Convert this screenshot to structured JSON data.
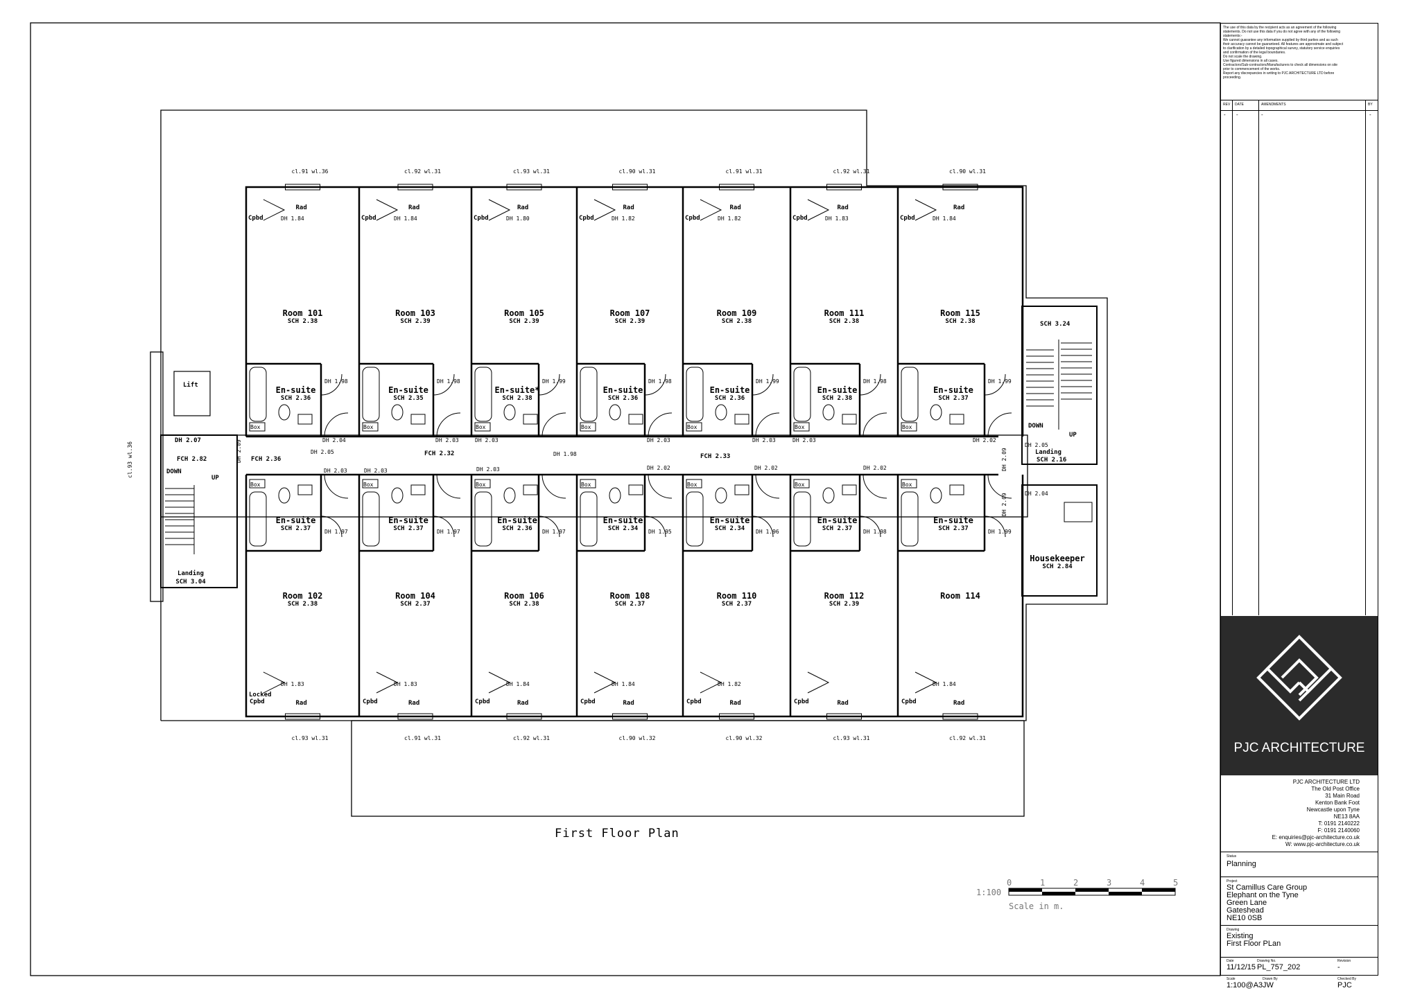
{
  "plan": {
    "title": "First Floor Plan",
    "lift_label": "Lift",
    "rooms_top": [
      {
        "name": "Room 101",
        "sch": "SCH 2.38",
        "ensuite": "En-suite",
        "ensuite_sch": "SCH 2.36",
        "dh_room": "DH 1.84",
        "dh_ens": "DH 1.98"
      },
      {
        "name": "Room 103",
        "sch": "SCH 2.39",
        "ensuite": "En-suite",
        "ensuite_sch": "SCH 2.35",
        "dh_room": "DH 1.84",
        "dh_ens": "DH 1.98"
      },
      {
        "name": "Room 105",
        "sch": "SCH 2.39",
        "ensuite": "En-suite*",
        "ensuite_sch": "SCH 2.38",
        "dh_room": "DH 1.80",
        "dh_ens": "DH 1.99"
      },
      {
        "name": "Room 107",
        "sch": "SCH 2.39",
        "ensuite": "En-suite",
        "ensuite_sch": "SCH 2.36",
        "dh_room": "DH 1.82",
        "dh_ens": "DH 1.98"
      },
      {
        "name": "Room 109",
        "sch": "SCH 2.38",
        "ensuite": "En-suite",
        "ensuite_sch": "SCH 2.36",
        "dh_room": "DH 1.82",
        "dh_ens": "DH 1.99"
      },
      {
        "name": "Room 111",
        "sch": "SCH 2.38",
        "ensuite": "En-suite",
        "ensuite_sch": "SCH 2.38",
        "dh_room": "DH 1.83",
        "dh_ens": "DH 1.98"
      },
      {
        "name": "Room 115",
        "sch": "SCH 2.38",
        "ensuite": "En-suite",
        "ensuite_sch": "SCH 2.37",
        "dh_room": "DH 1.84",
        "dh_ens": "DH 1.99"
      }
    ],
    "rooms_bottom": [
      {
        "name": "Room 102",
        "sch": "SCH 2.38",
        "ensuite": "En-suite",
        "ensuite_sch": "SCH 2.37",
        "dh_room": "DH 1.83",
        "dh_ens": "DH 1.97"
      },
      {
        "name": "Room 104",
        "sch": "SCH 2.37",
        "ensuite": "En-suite",
        "ensuite_sch": "SCH 2.37",
        "dh_room": "DH 1.83",
        "dh_ens": "DH 1.97"
      },
      {
        "name": "Room 106",
        "sch": "SCH 2.38",
        "ensuite": "En-suite",
        "ensuite_sch": "SCH 2.36",
        "dh_room": "DH 1.84",
        "dh_ens": "DH 1.97"
      },
      {
        "name": "Room 108",
        "sch": "SCH 2.37",
        "ensuite": "En-suite",
        "ensuite_sch": "SCH 2.34",
        "dh_room": "DH 1.84",
        "dh_ens": "DH 1.95"
      },
      {
        "name": "Room 110",
        "sch": "SCH 2.37",
        "ensuite": "En-suite",
        "ensuite_sch": "SCH 2.34",
        "dh_room": "DH 1.82",
        "dh_ens": "DH 1.96"
      },
      {
        "name": "Room 112",
        "sch": "SCH 2.39",
        "ensuite": "En-suite",
        "ensuite_sch": "SCH 2.37",
        "dh_room": "",
        "dh_ens": "DH 1.98"
      },
      {
        "name": "Room 114",
        "sch": "",
        "ensuite": "En-suite",
        "ensuite_sch": "SCH 2.37",
        "dh_room": "DH 1.84",
        "dh_ens": "DH 1.99"
      }
    ],
    "labels": {
      "rad": "Rad",
      "cpbd": "Cpbd",
      "box": "Box",
      "locked": "Locked",
      "down": "DOWN",
      "up": "UP",
      "landing_left": "Landing",
      "landing_left_sch": "SCH 3.04",
      "landing_right": "Landing",
      "landing_right_sch": "SCH 2.16",
      "stair_right_sch": "SCH 3.24",
      "housekeeper": "Housekeeper",
      "housekeeper_sch": "SCH 2.84",
      "fch_left": "FCH 2.82",
      "fch_2": "FCH 2.36",
      "fch_3": "FCH 2.32",
      "fch_4": "FCH 2.33",
      "dh_207": "DH 2.07",
      "dh_205a": "DH 2.05",
      "dh_204a": "DH 2.04",
      "dh_203": "DH 2.03",
      "dh_202": "DH 2.02",
      "dh_198": "DH 1.98",
      "dh_205b": "DH 2.05",
      "dh_204b": "DH 2.04",
      "dh_196": "DH 1.96",
      "dh_203_door": "DH 2.03",
      "dh_203_b": "DH 2.03",
      "dh_203_c": "DH 2.03",
      "dh_203_d": "DH 2.03",
      "dh_203_e": "DH 2.03",
      "dh_203_f": "DH 2.03",
      "dh_203_g": "DH 2.03",
      "dh_202_b": "DH 2.02",
      "dh_202_c": "DH 2.02",
      "dh_202_d": "DH 2.02",
      "dh_198_b": "DH 1.98",
      "dh_197_b": "DH 1.97",
      "vert_1": "DH 2.09",
      "vert_2": "DH 2.09",
      "vert_3": "DH 2.09"
    },
    "window_tags_top": [
      "cl.91 wl.36",
      "cl.92 wl.31",
      "cl.93 wl.31",
      "cl.90 wl.31",
      "cl.91 wl.31",
      "cl.92 wl.31",
      "cl.90 wl.31"
    ],
    "window_tags_bottom": [
      "cl.93 wl.31",
      "cl.91 wl.31",
      "cl.92 wl.31",
      "cl.90 wl.32",
      "cl.90 wl.32",
      "cl.93 wl.31",
      "cl.92 wl.31"
    ],
    "window_tag_left": "cl.93 wl.36",
    "scale": {
      "ratio": "1:100",
      "ticks": [
        "0",
        "1",
        "2",
        "3",
        "4",
        "5"
      ],
      "caption": "Scale in m."
    }
  },
  "title_block": {
    "notes": [
      "The use of this data by the recipient acts as an agreement of the following",
      "statements. Do not use this data if you do not agree with any of the following",
      "statements:-",
      "We cannot guarantee any information supplied by third parties and as such",
      "their accuracy cannot be guaranteed. All features are approximate and subject",
      "to clarification by a detailed topographical survey, statutory service enquiries",
      "and confirmation of the legal boundaries.",
      "Do not scale the drawing.",
      "Use figured dimensions in all cases.",
      "Contractors/Sub-contractors/Manufacturers to check all dimensions on site",
      "prior to commencement of the works.",
      "Report any discrepancies in writing to PJC ARCHITECTURE LTD before",
      "proceeding."
    ],
    "rev_headers": {
      "rev": "REV",
      "date": "DATE",
      "amendments": "AMENDMENTS",
      "by": "BY"
    },
    "rev_values": {
      "rev": "-",
      "date": "-",
      "amendments": "-",
      "by": "-"
    },
    "firm_name": "PJC ARCHITECTURE",
    "address": [
      "PJC ARCHITECTURE LTD",
      "The Old Post Office",
      "31 Main Road",
      "Kenton Bank Foot",
      "Newcastle upon Tyne",
      "NE13 8AA",
      "T: 0191 2140222",
      "F: 0191 2140060",
      "E: enquiries@pjc-architecture.co.uk",
      "W: www.pjc-architecture.co.uk"
    ],
    "status_label": "Status",
    "status": "Planning",
    "project_label": "Project",
    "project": [
      "St Camillus Care Group",
      "Elephant on the Tyne",
      "Green Lane",
      "Gateshead",
      "NE10 0SB"
    ],
    "drawing_label": "Drawing",
    "drawing": [
      "Existing",
      "First Floor PLan"
    ],
    "date_label": "Date",
    "date": "11/12/15",
    "drawing_no_label": "Drawing No.",
    "drawing_no": "PL_757_202",
    "revision_label": "Revision",
    "revision": "-",
    "scale_label": "Scale",
    "scale": "1:100@A3",
    "drawn_by_label": "Drawn By",
    "drawn_by": "JW",
    "checked_by_label": "Checked By",
    "checked_by": "PJC"
  }
}
